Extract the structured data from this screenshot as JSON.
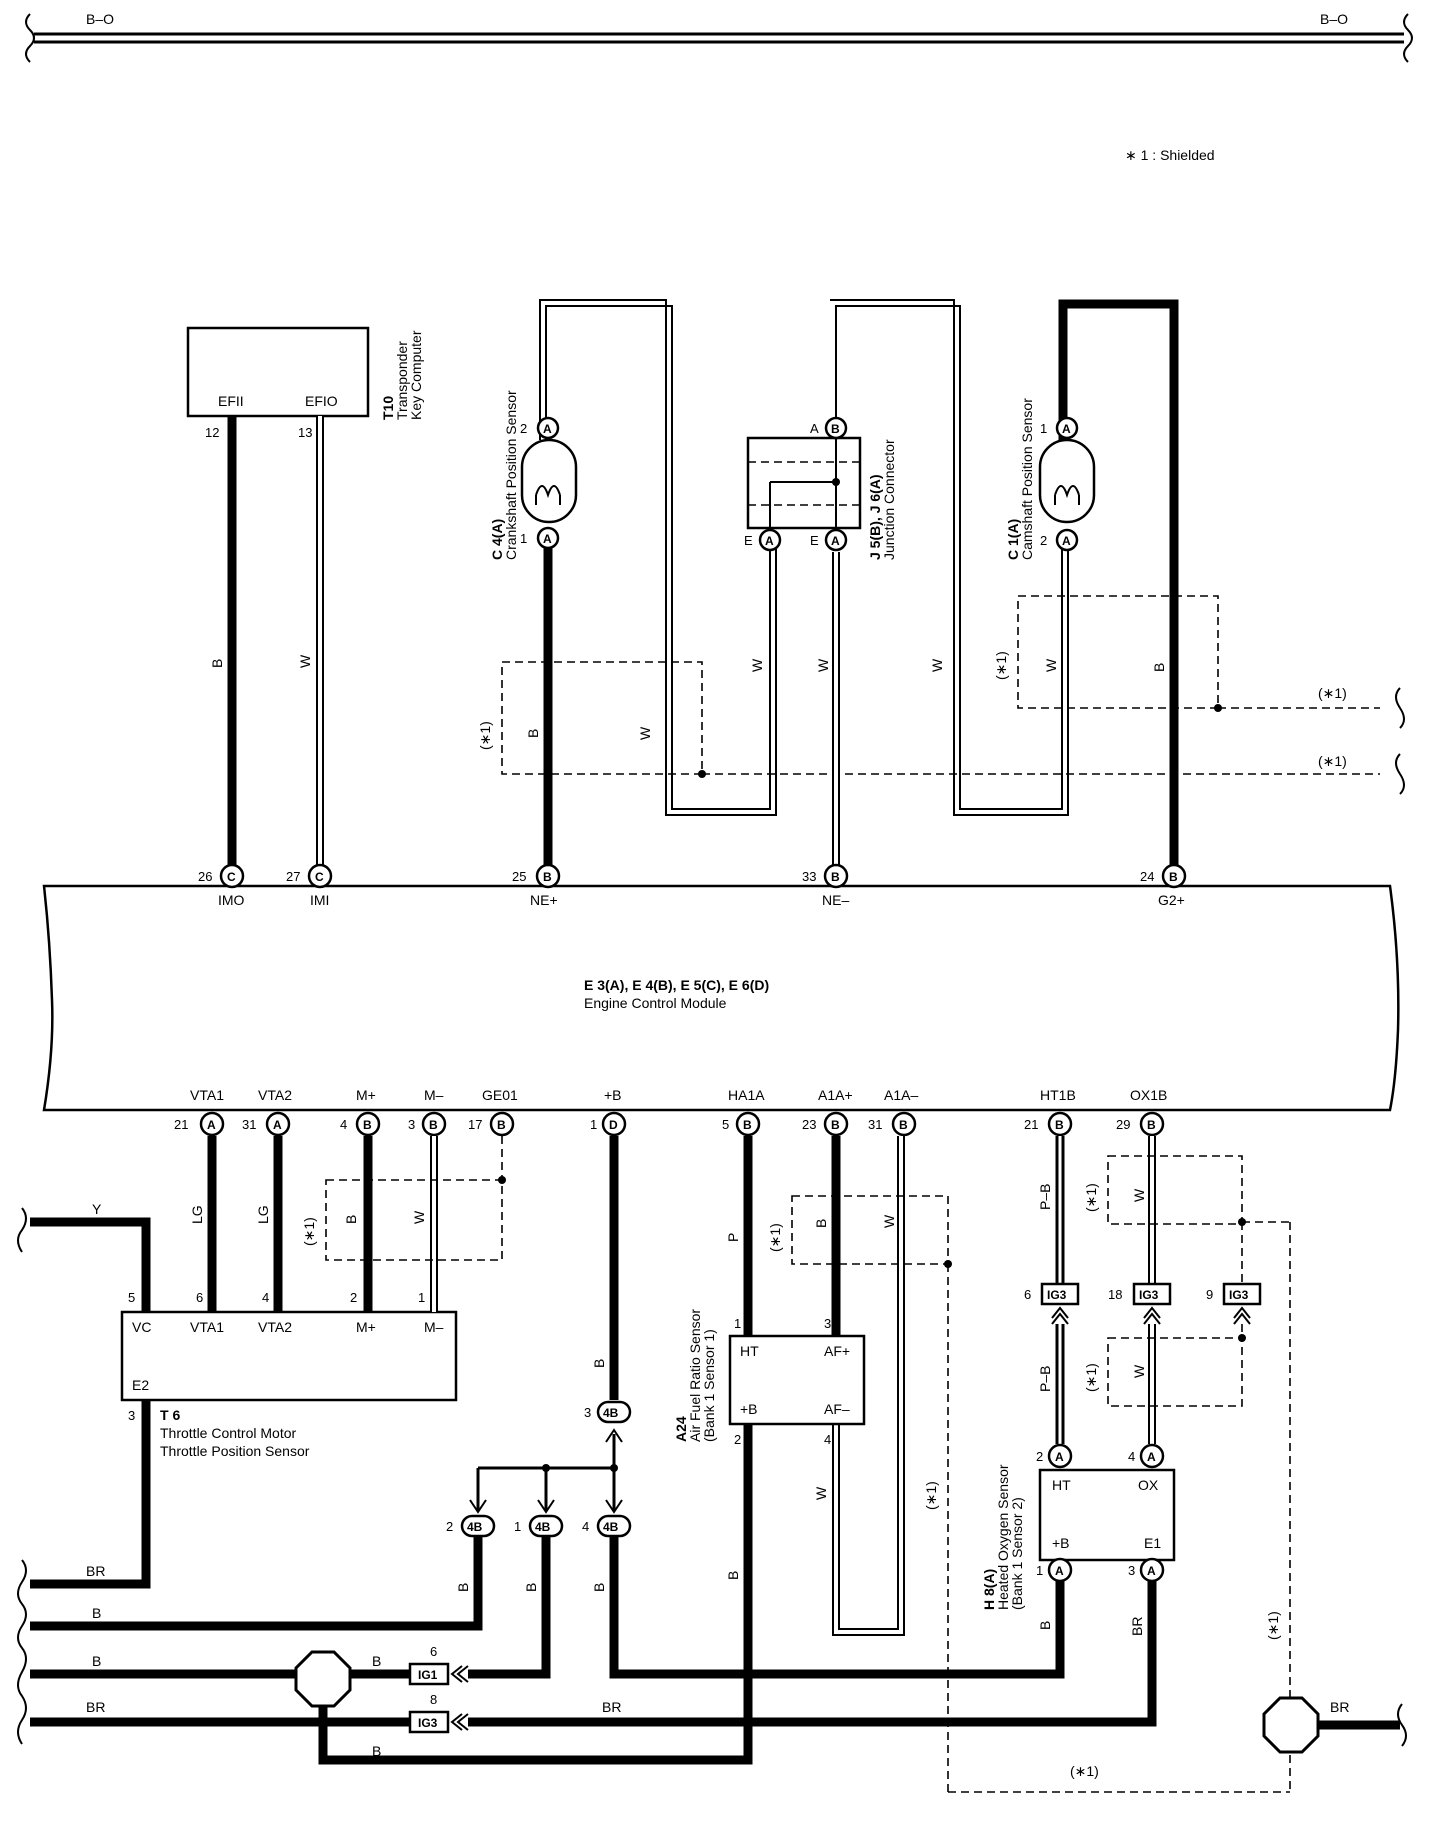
{
  "top_bus": {
    "left_label": "B–O",
    "right_label": "B–O"
  },
  "legend": "∗ 1 : Shielded",
  "shield_label": "(∗1)",
  "ecm": {
    "title": "E 3(A), E 4(B), E 5(C), E 6(D)",
    "name": "Engine Control Module",
    "top_terminals": [
      {
        "num": "26",
        "conn": "C",
        "name": "IMO"
      },
      {
        "num": "27",
        "conn": "C",
        "name": "IMI"
      },
      {
        "num": "25",
        "conn": "B",
        "name": "NE+"
      },
      {
        "num": "33",
        "conn": "B",
        "name": "NE–"
      },
      {
        "num": "24",
        "conn": "B",
        "name": "G2+"
      }
    ],
    "bottom_terminals": [
      {
        "num": "21",
        "conn": "A",
        "name": "VTA1"
      },
      {
        "num": "31",
        "conn": "A",
        "name": "VTA2"
      },
      {
        "num": "4",
        "conn": "B",
        "name": "M+"
      },
      {
        "num": "3",
        "conn": "B",
        "name": "M–"
      },
      {
        "num": "17",
        "conn": "B",
        "name": "GE01"
      },
      {
        "num": "1",
        "conn": "D",
        "name": "+B"
      },
      {
        "num": "5",
        "conn": "B",
        "name": "HA1A"
      },
      {
        "num": "23",
        "conn": "B",
        "name": "A1A+"
      },
      {
        "num": "31",
        "conn": "B",
        "name": "A1A–"
      },
      {
        "num": "21",
        "conn": "B",
        "name": "HT1B"
      },
      {
        "num": "29",
        "conn": "B",
        "name": "OX1B"
      }
    ]
  },
  "t10": {
    "id": "T10",
    "name1": "Transponder",
    "name2": "Key Computer",
    "pin1_name": "EFII",
    "pin1_num": "12",
    "pin2_name": "EFIO",
    "pin2_num": "13"
  },
  "c4": {
    "id": "C 4(A)",
    "name": "Crankshaft Position Sensor",
    "pin_top": "2",
    "pin_bot": "1",
    "conn": "A"
  },
  "j5": {
    "id": "J 5(B), J 6(A)",
    "name": "Junction Connector",
    "top_pin": "A",
    "top_conn": "B",
    "bot_pin1": "E",
    "bot_pin2": "E",
    "bot_conn": "A"
  },
  "c1": {
    "id": "C 1(A)",
    "name": "Camshaft Position Sensor",
    "pin_top": "1",
    "pin_bot": "2",
    "conn": "A"
  },
  "t6": {
    "id": "T 6",
    "name1": "Throttle Control Motor",
    "name2": "Throttle Position Sensor",
    "pins": [
      {
        "num": "5",
        "name": "VC"
      },
      {
        "num": "6",
        "name": "VTA1"
      },
      {
        "num": "4",
        "name": "VTA2"
      },
      {
        "num": "2",
        "name": "M+"
      },
      {
        "num": "1",
        "name": "M–"
      }
    ],
    "e2": "E2",
    "e2_num": "3"
  },
  "a24": {
    "id": "A24",
    "name1": "Air Fuel Ratio Sensor",
    "name2": "(Bank 1 Sensor 1)",
    "ht": "HT",
    "af_plus": "AF+",
    "b_plus": "+B",
    "af_minus": "AF–",
    "n_ht": "1",
    "n_afp": "3",
    "n_bp": "2",
    "n_afm": "4"
  },
  "h8": {
    "id": "H 8(A)",
    "name1": "Heated Oxygen Sensor",
    "name2": "(Bank 1 Sensor 2)",
    "ht": "HT",
    "ox": "OX",
    "b_plus": "+B",
    "e1": "E1",
    "n_ht": "2",
    "n_ox": "4",
    "n_bp": "1",
    "n_e1": "3",
    "conn": "A"
  },
  "ig_connectors": {
    "ig3_a": {
      "num": "6",
      "label": "IG3"
    },
    "ig3_b": {
      "num": "18",
      "label": "IG3"
    },
    "ig3_c": {
      "num": "9",
      "label": "IG3"
    },
    "ig1": {
      "num": "6",
      "label": "IG1"
    },
    "ig3_d": {
      "num": "8",
      "label": "IG3"
    }
  },
  "c4b": {
    "top": {
      "num": "3",
      "label": "4B"
    },
    "j1": {
      "num": "2",
      "label": "4B"
    },
    "j2": {
      "num": "1",
      "label": "4B"
    },
    "j3": {
      "num": "4",
      "label": "4B"
    }
  },
  "wire_colors": {
    "b": "B",
    "w": "W",
    "y": "Y",
    "lg": "LG",
    "p": "P",
    "pb": "P–B",
    "br": "BR"
  }
}
